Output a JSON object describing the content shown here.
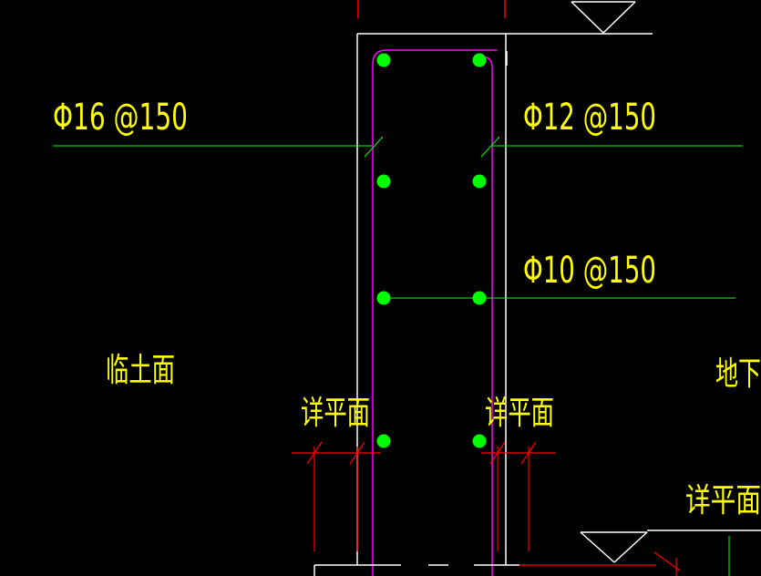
{
  "labels": {
    "rebar_left": "Φ16 @150",
    "rebar_right": "Φ12 @150",
    "rebar_tie": "Φ10 @150",
    "face_soil": "临土面",
    "face_underground": "地下",
    "detail_left": "详平面",
    "detail_mid": "详平面",
    "detail_right": "详平面"
  },
  "colors": {
    "background": "#000000",
    "text": "#ffff00",
    "wall_outline": "#ffffff",
    "stirrup": "#ff00ff",
    "rebar_dot": "#00ff00",
    "leader": "#00ff00",
    "dimension": "#ff0000"
  }
}
